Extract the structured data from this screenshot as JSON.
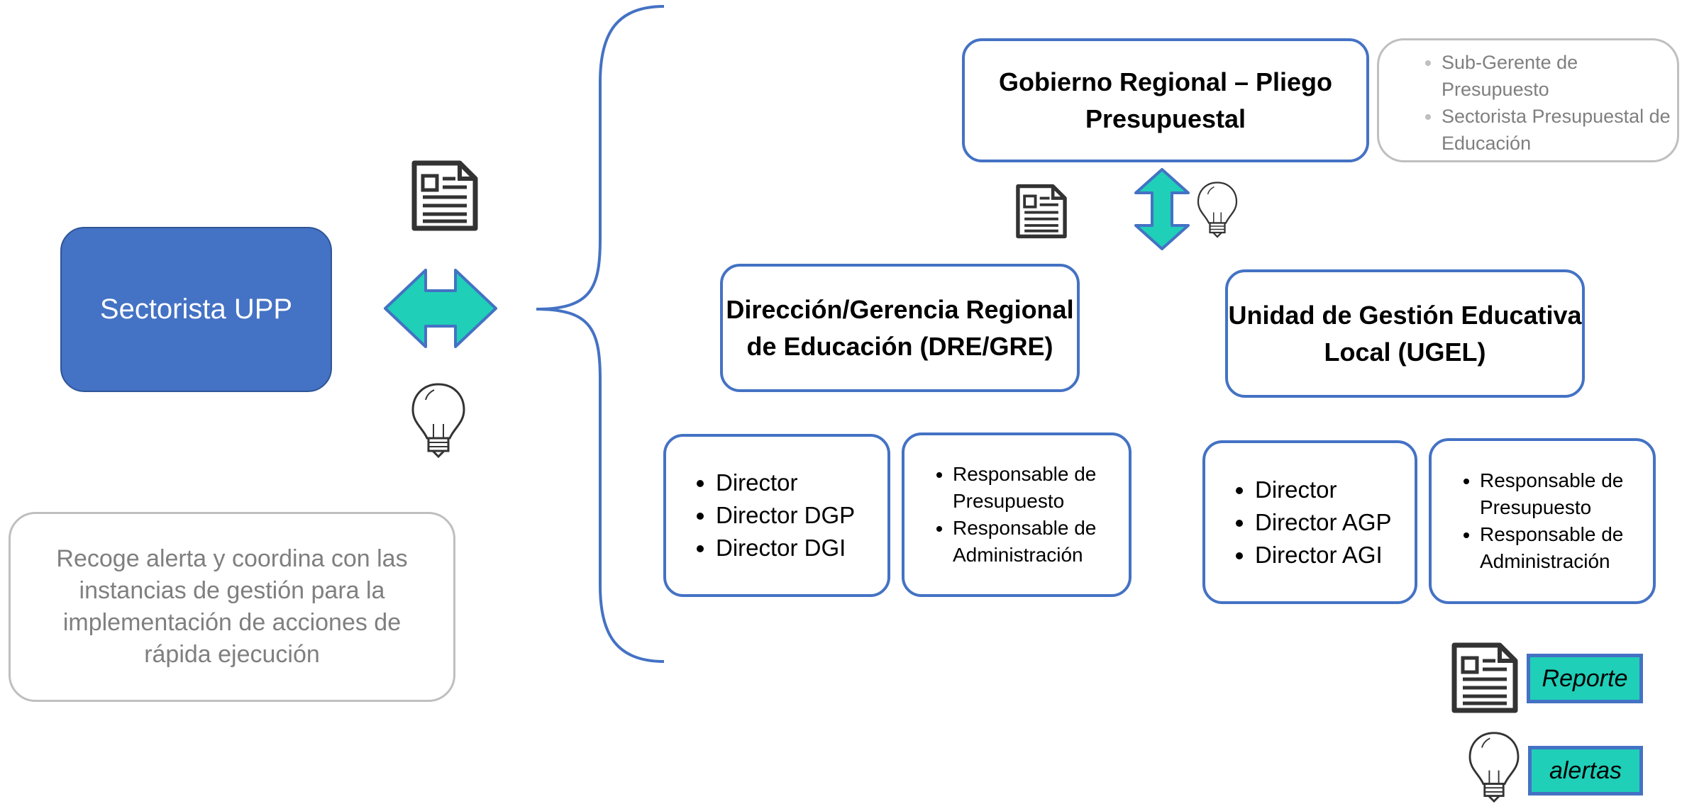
{
  "sectorista": {
    "label": "Sectorista UPP"
  },
  "note": {
    "text": "Recoge alerta y coordina con las instancias de gestión para la implementación de acciones de rápida ejecución"
  },
  "gobierno": {
    "title": "Gobierno Regional – Pliego Presupuestal",
    "roles": [
      "Sub-Gerente de Presupuesto",
      "Sectorista Presupuestal de Educación"
    ]
  },
  "dre": {
    "title": "Dirección/Gerencia Regional de Educación (DRE/GRE)",
    "directors": [
      "Director",
      "Director DGP",
      "Director DGI"
    ],
    "responsables": [
      "Responsable de Presupuesto",
      "Responsable de Administración"
    ]
  },
  "ugel": {
    "title": "Unidad de Gestión Educativa Local (UGEL)",
    "directors": [
      "Director",
      "Director AGP",
      "Director AGI"
    ],
    "responsables": [
      "Responsable de Presupuesto",
      "Responsable de Administración"
    ]
  },
  "legend": {
    "report_label": "Reporte",
    "alert_label": "alertas"
  },
  "colors": {
    "blue": "#4472c4",
    "teal": "#1fcfb8",
    "gray": "#bfbfbf"
  },
  "icons": [
    "document-icon",
    "lightbulb-icon",
    "double-arrow-icon",
    "brace"
  ]
}
